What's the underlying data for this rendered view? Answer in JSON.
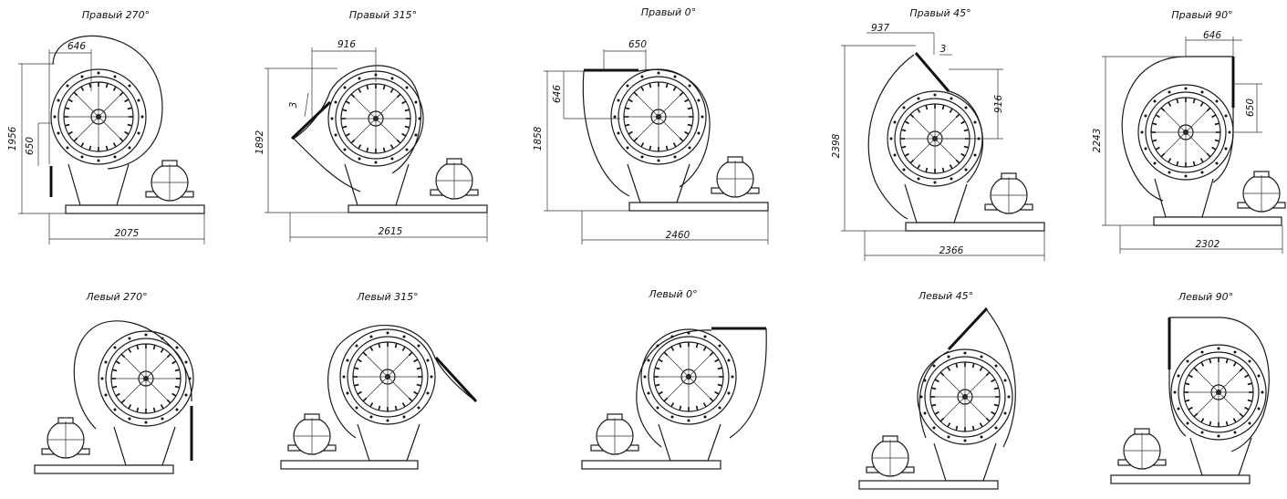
{
  "variants": [
    {
      "title": "Правый 270°",
      "dims": {
        "top": "646",
        "left_outer": "1956",
        "left_inner": "650",
        "bottom": "2075"
      }
    },
    {
      "title": "Правый 315°",
      "dims": {
        "top": "916",
        "left_outer": "1892",
        "left_inner": "3",
        "bottom": "2615"
      }
    },
    {
      "title": "Правый 0°",
      "dims": {
        "top": "650",
        "left_outer": "1858",
        "left_inner": "646",
        "bottom": "2460"
      }
    },
    {
      "title": "Правый 45°",
      "dims": {
        "top": "937",
        "left_outer": "2398",
        "right_inner": "916",
        "flange": "3",
        "bottom": "2366"
      }
    },
    {
      "title": "Правый 90°",
      "dims": {
        "top": "646",
        "left_outer": "2243",
        "right_inner": "650",
        "bottom": "2302"
      }
    },
    {
      "title": "Левый 270°"
    },
    {
      "title": "Левый 315°"
    },
    {
      "title": "Левый 0°"
    },
    {
      "title": "Левый 45°"
    },
    {
      "title": "Левый 90°"
    }
  ]
}
